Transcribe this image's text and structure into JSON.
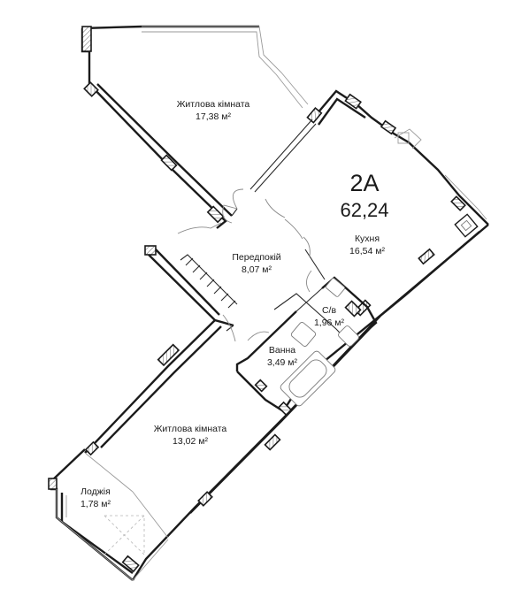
{
  "apartment": {
    "type": "2A",
    "total_area": "62,24"
  },
  "rooms": {
    "living_room_1": {
      "name": "Житлова кімната",
      "area": "17,38 м²"
    },
    "kitchen": {
      "name": "Кухня",
      "area": "16,54 м²"
    },
    "hallway": {
      "name": "Передпокій",
      "area": "8,07 м²"
    },
    "wc": {
      "name": "С/в",
      "area": "1,96 м²"
    },
    "bathroom": {
      "name": "Ванна",
      "area": "3,49 м²"
    },
    "living_room_2": {
      "name": "Житлова кімната",
      "area": "13,02 м²"
    },
    "loggia": {
      "name": "Лоджія",
      "area": "1,78 м²"
    }
  },
  "colors": {
    "wall": "#1b1b1b",
    "glass": "#9a9a9a",
    "background": "#ffffff"
  }
}
